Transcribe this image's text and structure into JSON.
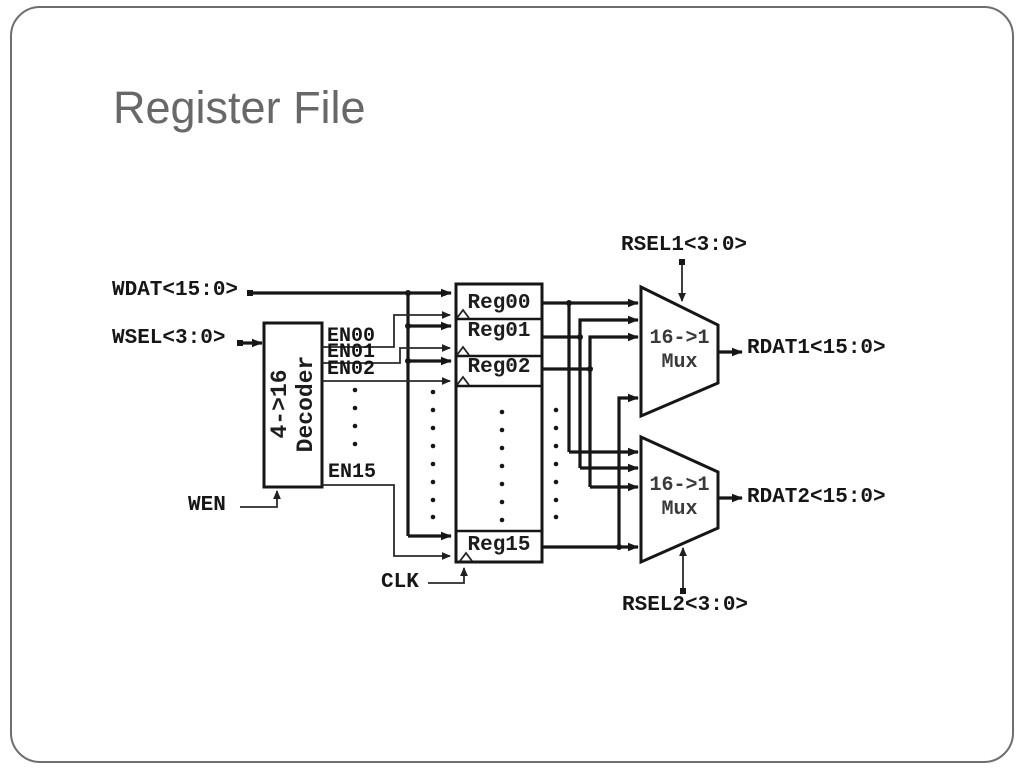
{
  "slide": {
    "title": "Register File"
  },
  "diagram": {
    "labels": {
      "wdat": "WDAT<15:0>",
      "wsel": "WSEL<3:0>",
      "wen": "WEN",
      "clk": "CLK",
      "rsel1": "RSEL1<3:0>",
      "rsel2": "RSEL2<3:0>",
      "rdat1": "RDAT1<15:0>",
      "rdat2": "RDAT2<15:0>"
    },
    "decoder": {
      "line1": "4->16",
      "line2": "Decoder"
    },
    "enables": {
      "en00": "EN00",
      "en01": "EN01",
      "en02": "EN02",
      "en15": "EN15"
    },
    "registers": [
      "Reg00",
      "Reg01",
      "Reg02",
      "Reg15"
    ],
    "mux1": {
      "line1": "16->1",
      "line2": "Mux"
    },
    "mux2": {
      "line1": "16->1",
      "line2": "Mux"
    },
    "colors": {
      "ink": "#161616",
      "title_gray": "#686868",
      "slide_border": "#6e6e6e"
    }
  }
}
